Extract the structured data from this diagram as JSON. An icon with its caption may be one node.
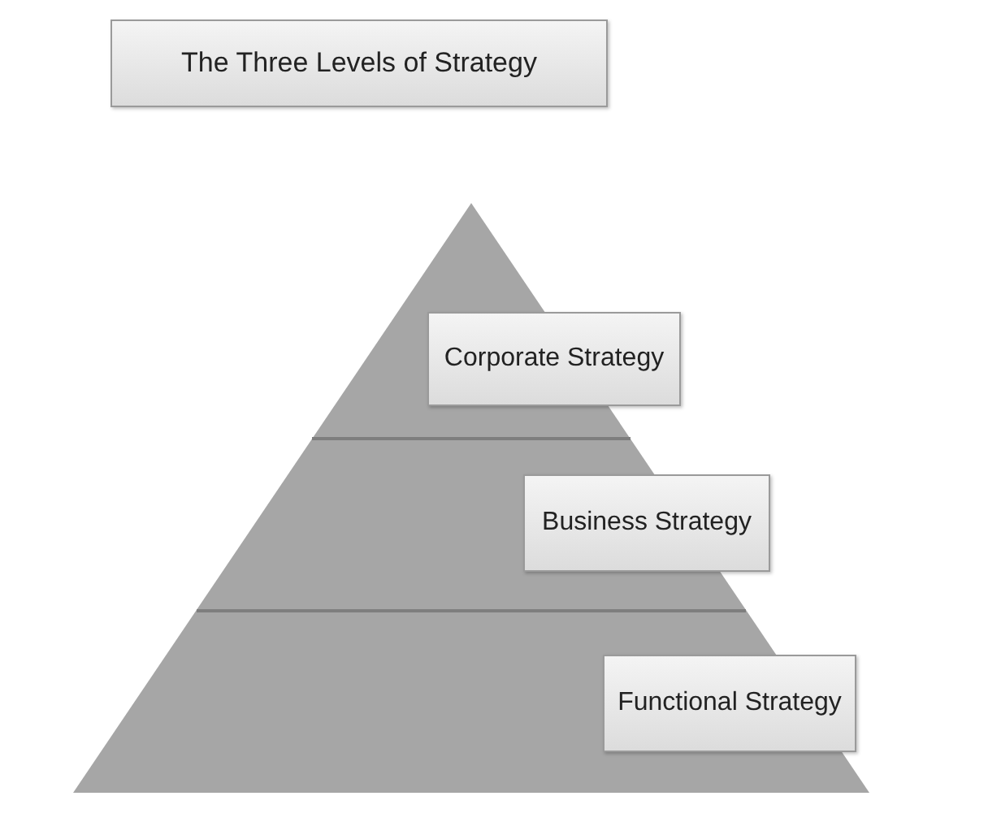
{
  "diagram": {
    "nodes": [
      {
        "text": [
          "The Three Levels of Strategy"
        ]
      },
      {
        "text": [
          "Corporate Strategy"
        ]
      },
      {
        "text": [
          "Business Strategy"
        ]
      },
      {
        "text": [
          "Functional Strategy"
        ]
      }
    ]
  }
}
